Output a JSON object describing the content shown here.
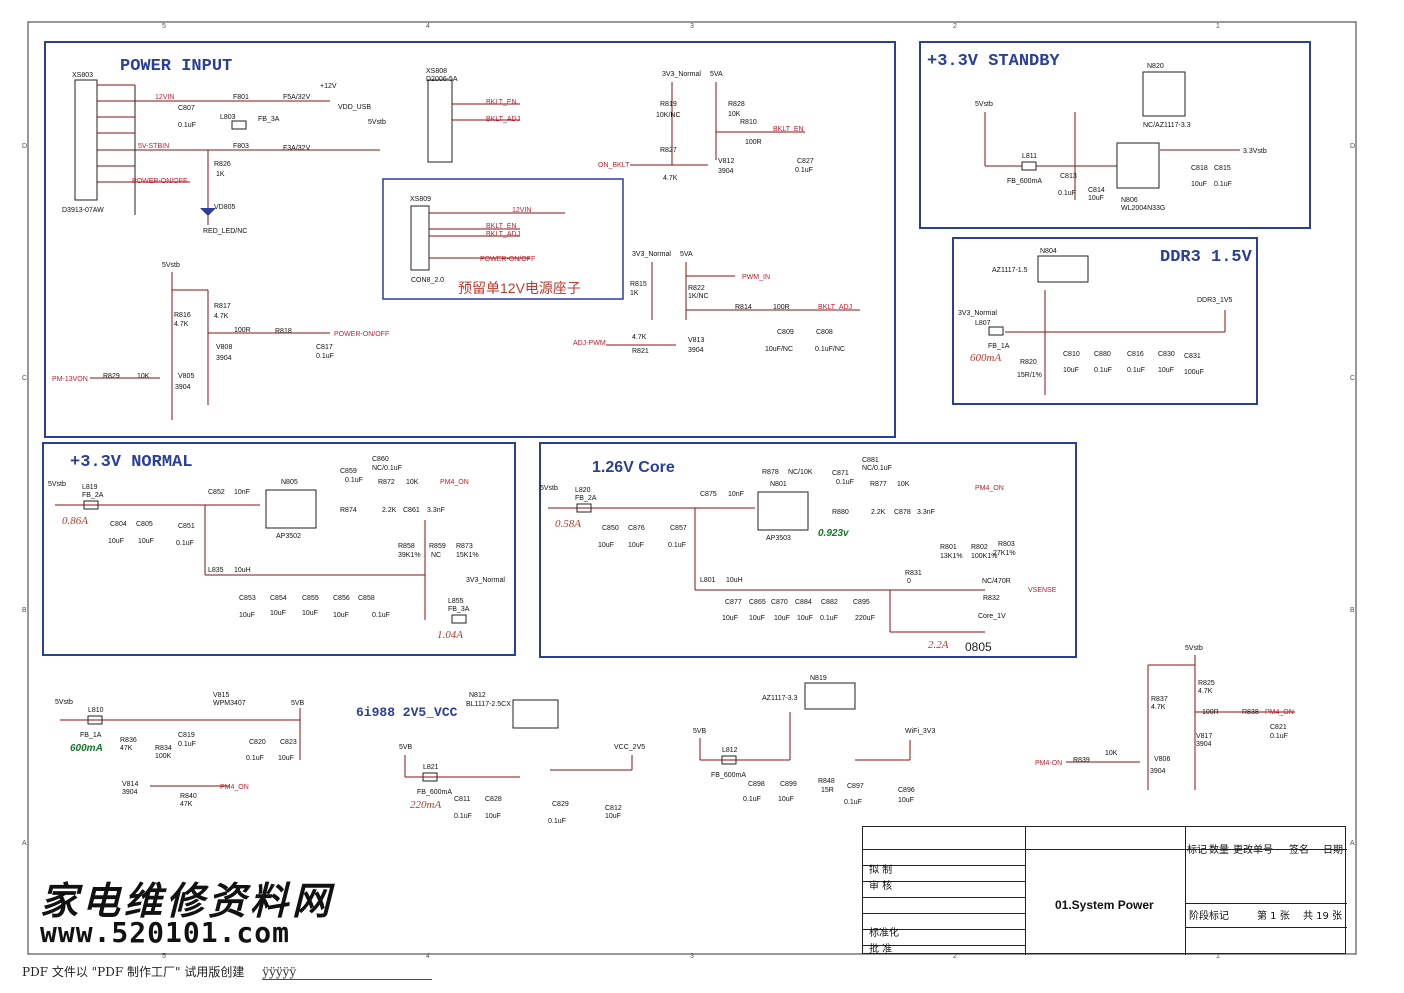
{
  "footer": {
    "text": "PDF 文件以 \"PDF 制作工厂\" 试用版创建",
    "tail": "ÿÿÿÿÿ"
  },
  "watermark": {
    "cn": "家电维修资料网",
    "url": "www.520101.com"
  },
  "sections": {
    "power_input": "POWER INPUT",
    "standby": "+3.3V STANDBY",
    "ddr3": "DDR3 1.5V",
    "normal": "+3.3V NORMAL",
    "core": "1.26V Core",
    "v25": "6i988 2V5_VCC"
  },
  "notes": {
    "reserve": "预留单12V电源座子"
  },
  "currents": {
    "normal_in": "0.86A",
    "normal_out": "1.04A",
    "core_in": "0.58A",
    "core_v": "0.923v",
    "core_out": "2.2A",
    "core_pkg": "0805",
    "ddr": "600mA",
    "vb1": "600mA",
    "v25": "220mA"
  },
  "title_block": {
    "name": "01.System Power",
    "draw": "拟 制",
    "check": "审 核",
    "std": "标准化",
    "approve": "批 准",
    "h_mark": "标记",
    "h_qty": "数量",
    "h_change": "更改单号",
    "h_sign": "签名",
    "h_date": "日期",
    "stage": "阶段标记",
    "sheet": "第 1 张",
    "total": "共 19 张"
  },
  "grid": {
    "top": [
      "5",
      "4",
      "3",
      "2",
      "1"
    ],
    "side": [
      "D",
      "C",
      "B",
      "A"
    ]
  },
  "labels": {
    "xs803": "XS803",
    "d3913": "D3913-07AW",
    "v12in": "12VIN",
    "v5stbin": "5V-STBIN",
    "pwronoff": "POWER-ON/OFF",
    "f801": "F801",
    "f5a": "F5A/32V",
    "p12v": "+12V",
    "vddusb": "VDD_USB",
    "l803": "L803",
    "fb3a": "FB_3A",
    "f803": "F803",
    "f3a": "F3A/32V",
    "v5vstb": "5Vstb",
    "c807": "C807",
    "c01uf": "0.1uF",
    "r826": "R826",
    "r1k": "1K",
    "vd805": "VD805",
    "redled": "RED_LED/NC",
    "xs808": "XS808",
    "d2006": "D2006-5A",
    "bklten": "BKLT_EN",
    "bkltadj": "BKLT_ADJ",
    "xs809": "XS809",
    "con8": "CON8_2.0",
    "v12vin2": "12VIN",
    "pwronoff2": "POWER-ON/OFF",
    "v3n": "3V3_Normal",
    "v5va": "5VA",
    "r819": "R819",
    "r10knc": "10K/NC",
    "r828": "R828",
    "r10k": "10K",
    "r810": "R810",
    "r100": "100R",
    "r827": "R827",
    "r47k": "4.7K",
    "onbklt": "ON_BKLT",
    "v812": "V812",
    "t3904": "3904",
    "c827": "C827",
    "r815": "R815",
    "r822": "R822",
    "r1knc": "1K/NC",
    "pwmin": "PWM_IN",
    "r814": "R814",
    "v813": "V813",
    "adjpwm": "ADJ-PWM",
    "r821": "R821",
    "c809": "C809",
    "c808": "C808",
    "c10ufnc": "10uF/NC",
    "c01ufnc": "0.1uF/NC",
    "r816": "R816",
    "r817": "R817",
    "r818": "R818",
    "v808": "V808",
    "c817": "C817",
    "v805": "V805",
    "r829": "R829",
    "pm13von": "PM-13VON",
    "n820": "N820",
    "nc_az": "NC/AZ1117-3.3",
    "l811": "L811",
    "fb600": "FB_600mA",
    "c813": "C813",
    "c814": "C814",
    "c10uf": "10uF",
    "n806": "N806",
    "wl2004": "WL2004N33G",
    "c818": "C818",
    "c815": "C815",
    "v33stb": "3.3Vstb",
    "n804": "N804",
    "az15": "AZ1117-1.5",
    "l807": "L807",
    "fb1a": "FB_1A",
    "r820": "R820",
    "r15r": "15R/1%",
    "c810": "C810",
    "c880": "C880",
    "c816": "C816",
    "c830": "C830",
    "c831": "C831",
    "c100uf": "100uF",
    "ddr15": "DDR3_1V5",
    "l819": "L819",
    "fb2a": "FB_2A",
    "c852": "C852",
    "c10nf": "10nF",
    "n805": "N805",
    "ap3502": "AP3502",
    "c860": "C860",
    "ncc": "NC/0.1uF",
    "c859": "C859",
    "r872": "R872",
    "pm4on": "PM4_ON",
    "r874": "R874",
    "r22k": "2.2K",
    "c861": "C861",
    "c33nf": "3.3nF",
    "r858": "R858",
    "r39k": "39K1%",
    "r859": "R859",
    "rnc": "NC",
    "r873": "R873",
    "r15k": "15K1%",
    "l835": "L835",
    "l10uh": "10uH",
    "l855": "L855",
    "fb3a2": "FB_3A",
    "c804": "C804",
    "c805": "C805",
    "c851": "C851",
    "c853": "C853",
    "c854": "C854",
    "c855": "C855",
    "c856": "C856",
    "c858": "C858",
    "l820": "L820",
    "c875": "C875",
    "n801": "N801",
    "ap3503": "AP3503",
    "r878": "R878",
    "nc10k": "NC/10K",
    "c881": "C881",
    "c871": "C871",
    "r877": "R877",
    "r880": "R880",
    "c878": "C878",
    "r801": "R801",
    "r13k": "13K1%",
    "r802": "R802",
    "r100k": "100K1%",
    "r803": "R803",
    "r27k": "27K1%",
    "r831": "R831",
    "r0": "0",
    "r832": "R832",
    "nc470": "NC/470R",
    "vsense": "VSENSE",
    "core1v": "Core_1V",
    "l801": "L801",
    "c850": "C850",
    "c876": "C876",
    "c857": "C857",
    "c877": "C877",
    "c865": "C865",
    "c870": "C870",
    "c884": "C884",
    "c882": "C882",
    "c895": "C895",
    "c220uf": "220uF",
    "l810": "L810",
    "v815": "V815",
    "wpm": "WPM3407",
    "v5vb": "5VB",
    "r836": "R836",
    "r47k2": "47K",
    "r834": "R834",
    "r100k2": "100K",
    "c819": "C819",
    "c820": "C820",
    "c823": "C823",
    "v814": "V814",
    "r840": "R840",
    "n812": "N812",
    "bl1117": "BL1117-2.5CX",
    "l821": "L821",
    "vcc25": "VCC_2V5",
    "c811": "C811",
    "c828": "C828",
    "c829": "C829",
    "c812": "C812",
    "n819": "N819",
    "az33": "AZ1117-3.3",
    "l812": "L812",
    "c898": "C898",
    "c899": "C899",
    "r848": "R848",
    "r15": "15R",
    "c897": "C897",
    "c896": "C896",
    "wifi33": "WiFi_3V3",
    "r837": "R837",
    "r825": "R825",
    "v817": "V817",
    "r838": "R838",
    "c821": "C821",
    "v806": "V806",
    "r839": "R839",
    "pm4on2": "PM4-ON"
  }
}
